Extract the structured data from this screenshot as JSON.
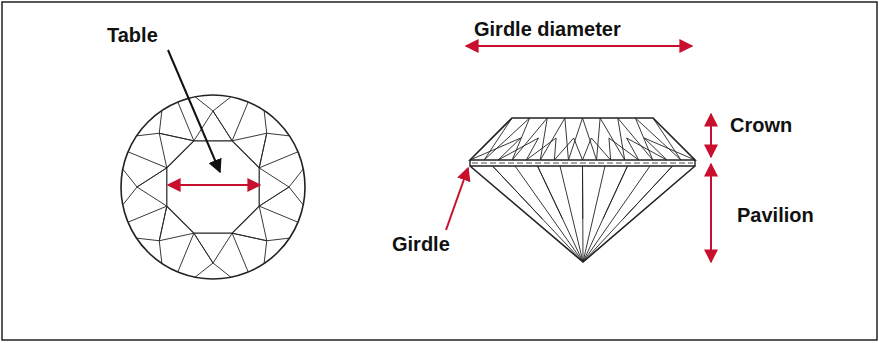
{
  "diagram": {
    "labels": [
      "Table",
      "Girdle diameter",
      "Crown",
      "Girdle",
      "Pavilion"
    ]
  }
}
